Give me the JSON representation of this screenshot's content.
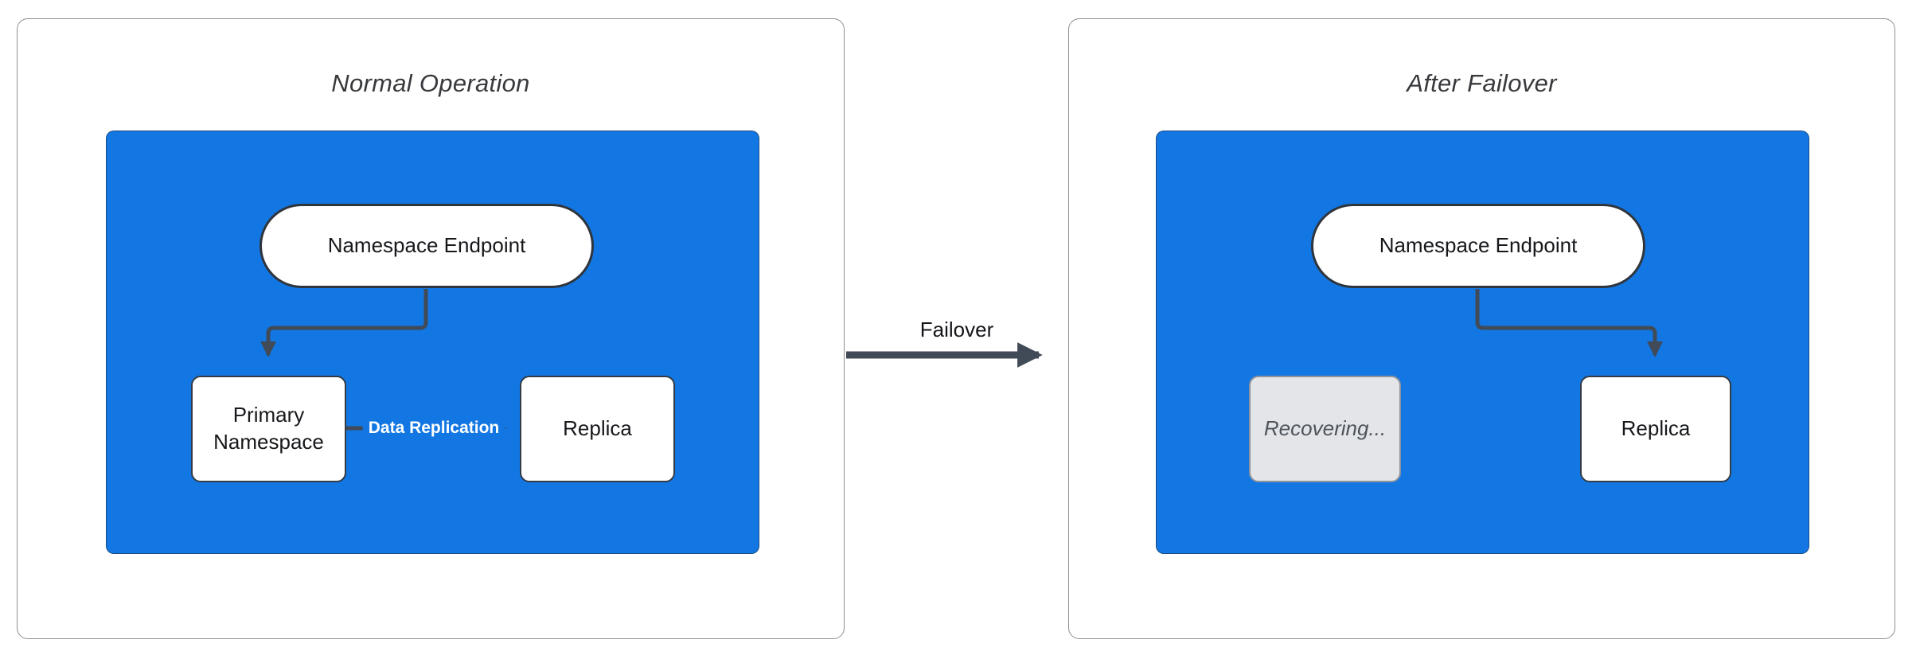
{
  "diagram": {
    "transition": {
      "label": "Failover"
    },
    "panels": [
      {
        "id": "normal-operation",
        "title": "Normal Operation",
        "endpoint": {
          "label": "Namespace Endpoint"
        },
        "nodes": [
          {
            "id": "primary-namespace",
            "label": "Primary Namespace",
            "state": "active"
          },
          {
            "id": "replica",
            "label": "Replica",
            "state": "active"
          }
        ],
        "edges": [
          {
            "from": "endpoint",
            "to": "primary-namespace",
            "label": ""
          },
          {
            "from": "primary-namespace",
            "to": "replica",
            "label": "Data Replication"
          }
        ]
      },
      {
        "id": "after-failover",
        "title": "After Failover",
        "endpoint": {
          "label": "Namespace Endpoint"
        },
        "nodes": [
          {
            "id": "recovering",
            "label": "Recovering...",
            "state": "recovering"
          },
          {
            "id": "replica",
            "label": "Replica",
            "state": "active"
          }
        ],
        "edges": [
          {
            "from": "endpoint",
            "to": "replica",
            "label": ""
          }
        ]
      }
    ],
    "colors": {
      "group_fill": "#1377e3",
      "edge_stroke": "#414a57",
      "node_fill": "#ffffff",
      "node_border": "#343b44",
      "recovering_fill": "#e3e5e8",
      "recovering_border": "#8d939b",
      "recovering_text": "#4e545c",
      "panel_border": "#8f8f8f",
      "title_text": "#37393c",
      "replication_label_text": "#ffffff"
    }
  }
}
